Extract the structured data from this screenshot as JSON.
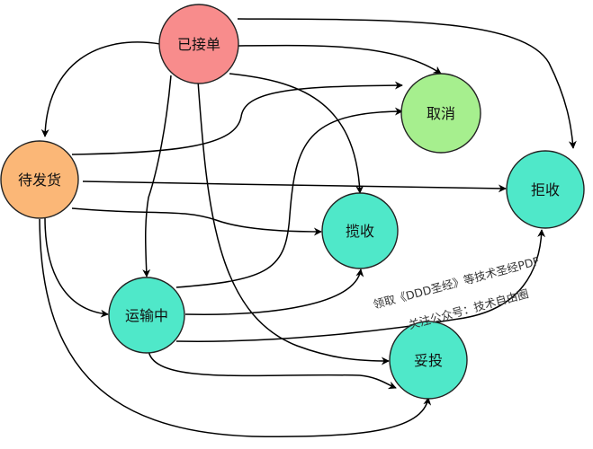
{
  "nodes": {
    "accepted": {
      "label": "已接单",
      "color": "#f88c8c"
    },
    "pending": {
      "label": "待发货",
      "color": "#fbb777"
    },
    "cancelled": {
      "label": "取消",
      "color": "#a6ef8e"
    },
    "rejected": {
      "label": "拒收",
      "color": "#4fe8c9"
    },
    "signed": {
      "label": "揽收",
      "color": "#4fe8c9"
    },
    "in_transit": {
      "label": "运输中",
      "color": "#4fe8c9"
    },
    "delivered": {
      "label": "妥投",
      "color": "#4fe8c9"
    }
  },
  "watermark": {
    "line1": "领取《DDD圣经》等技术圣经PDF",
    "line2": "关注公众号：技术自由圈"
  }
}
